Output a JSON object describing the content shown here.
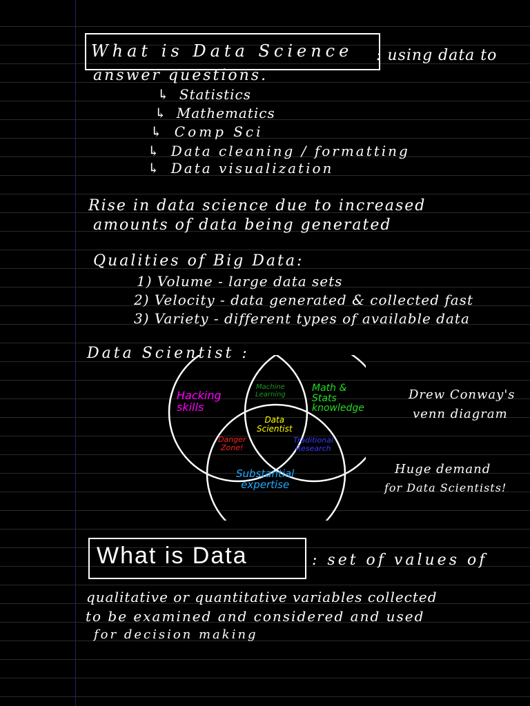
{
  "section1": {
    "heading": "What is Data Science",
    "definition_1": ": using data to",
    "definition_2": "answer questions.",
    "list": [
      "Statistics",
      "Mathematics",
      "Comp Sci",
      "Data cleaning / formatting",
      "Data visualization"
    ]
  },
  "rise": {
    "line1": "Rise in data science due to increased",
    "line2": "amounts of data being generated"
  },
  "qualities": {
    "heading": "Qualities of Big Data:",
    "items": [
      "1) Volume - large data sets",
      "2) Velocity - data generated & collected fast",
      "3) Variety - different types of available data"
    ]
  },
  "scientist": {
    "heading": "Data Scientist :",
    "venn": {
      "hacking": "Hacking\nskills",
      "math": "Math &\nStats\nknowledge",
      "ml": "Machine\nLearning",
      "ds": "Data\nScientist",
      "danger": "Danger\nZone!",
      "traditional": "Traditional\nResearch",
      "substantial": "Substantial\nexpertise",
      "colors": {
        "hacking": "#ff00ff",
        "math": "#22dd22",
        "ml": "#1f9a1f",
        "ds": "#ffff00",
        "danger": "#ff2020",
        "traditional": "#3a3aff",
        "substantial": "#22aaff"
      }
    },
    "note_conway_1": "Drew Conway's",
    "note_conway_2": "venn diagram",
    "note_demand_1": "Huge demand",
    "note_demand_2": "for Data Scientists!"
  },
  "section2": {
    "heading": "What is Data",
    "def_1": ": set of values of",
    "def_2": "qualitative or quantitative variables collected",
    "def_3": "to be examined and considered and used",
    "def_4": "for decision making"
  }
}
